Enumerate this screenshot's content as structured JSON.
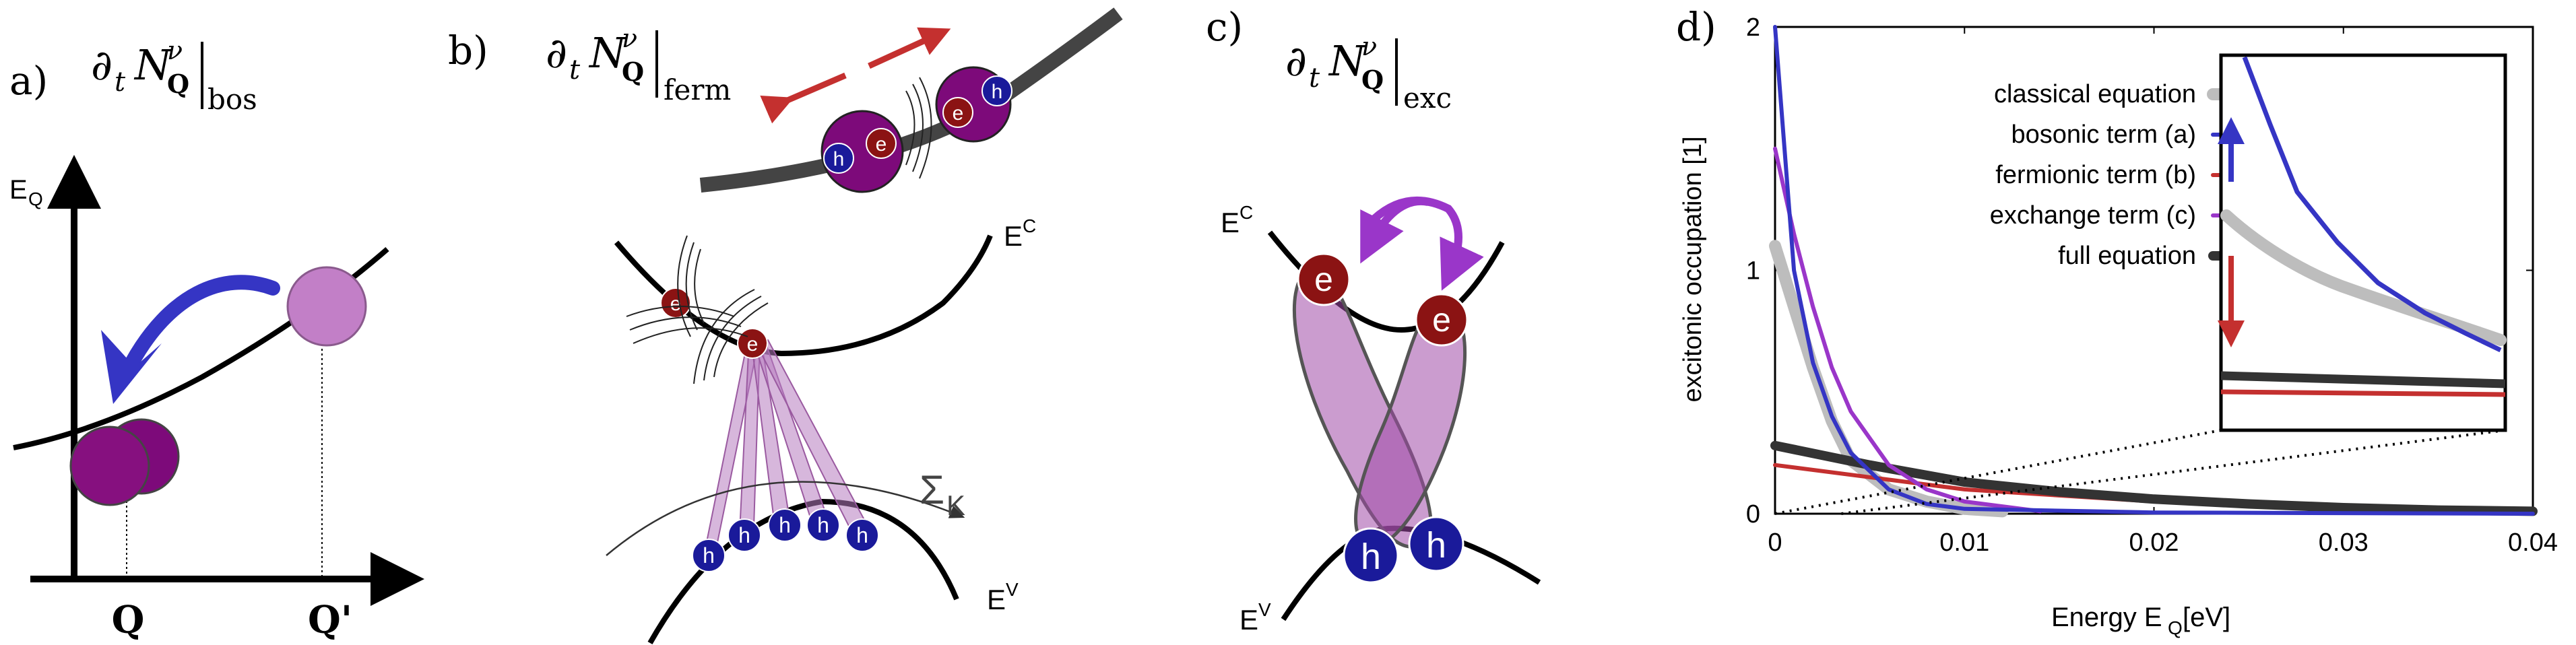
{
  "panel_a": {
    "label": "a)",
    "equation": {
      "main": "∂",
      "sub_t": "t",
      "N": "N",
      "nu": "ν",
      "Q": "Q",
      "bar": "|",
      "subscript": "bos"
    },
    "axis_y_label": "E",
    "axis_y_sub": "Q",
    "tick_q": "Q",
    "tick_q_prime": "Q'"
  },
  "panel_b": {
    "label": "b)",
    "equation": {
      "main": "∂",
      "sub_t": "t",
      "N": "N",
      "nu": "ν",
      "Q": "Q",
      "bar": "|",
      "subscript": "ferm"
    },
    "band_c": "E",
    "band_c_sup": "C",
    "band_v": "E",
    "band_v_sup": "V",
    "sum_symbol": "Σ",
    "sum_sub": "K",
    "electron": "e",
    "hole": "h"
  },
  "panel_c": {
    "label": "c)",
    "equation": {
      "main": "∂",
      "sub_t": "t",
      "N": "N",
      "nu": "ν",
      "Q": "Q",
      "bar": "|",
      "subscript": "exc"
    },
    "band_c": "E",
    "band_c_sup": "C",
    "band_v": "E",
    "band_v_sup": "V",
    "electron": "e",
    "hole": "h"
  },
  "panel_d": {
    "label": "d)",
    "colors": {
      "classical": "#bdbdbd",
      "bosonic": "#3535c4",
      "fermionic": "#c4302f",
      "exchange": "#9a36c9",
      "full": "#333333"
    },
    "chart_data": {
      "type": "line",
      "xlabel": "Energy E_Q [eV]",
      "xlabel_main": "Energy E",
      "xlabel_sub": "Q",
      "xlabel_unit": " [eV]",
      "ylabel": "excitonic occupation [1]",
      "xlim": [
        0,
        0.04
      ],
      "ylim": [
        0,
        2
      ],
      "xticks": [
        "0",
        "0.01",
        "0.02",
        "0.03",
        "0.04"
      ],
      "yticks": [
        "0",
        "1",
        "2"
      ],
      "legend_position": "top-right",
      "series": [
        {
          "name": "classical equation",
          "key": "classical",
          "x": [
            0,
            0.001,
            0.002,
            0.003,
            0.004,
            0.006,
            0.008,
            0.01,
            0.012
          ],
          "y": [
            1.1,
            0.85,
            0.6,
            0.38,
            0.22,
            0.1,
            0.05,
            0.02,
            0.01
          ]
        },
        {
          "name": "bosonic term (a)",
          "key": "bosonic",
          "x": [
            0,
            0.001,
            0.002,
            0.003,
            0.004,
            0.006,
            0.008,
            0.01,
            0.02,
            0.04
          ],
          "y": [
            2.0,
            1.0,
            0.62,
            0.4,
            0.25,
            0.1,
            0.04,
            0.02,
            0.005,
            0.0
          ]
        },
        {
          "name": "fermionic term (b)",
          "key": "fermionic",
          "x": [
            0,
            0.005,
            0.01,
            0.02,
            0.03,
            0.04
          ],
          "y": [
            0.2,
            0.15,
            0.1,
            0.05,
            0.02,
            0.01
          ]
        },
        {
          "name": "exchange term (c)",
          "key": "exchange",
          "x": [
            0,
            0.001,
            0.002,
            0.003,
            0.004,
            0.006,
            0.008,
            0.01,
            0.014
          ],
          "y": [
            1.5,
            1.15,
            0.85,
            0.6,
            0.42,
            0.2,
            0.1,
            0.05,
            0.01
          ]
        },
        {
          "name": "full equation",
          "key": "full",
          "x": [
            0,
            0.005,
            0.01,
            0.015,
            0.02,
            0.025,
            0.03,
            0.035,
            0.04
          ],
          "y": [
            0.28,
            0.2,
            0.13,
            0.09,
            0.06,
            0.04,
            0.025,
            0.015,
            0.01
          ]
        }
      ]
    }
  }
}
